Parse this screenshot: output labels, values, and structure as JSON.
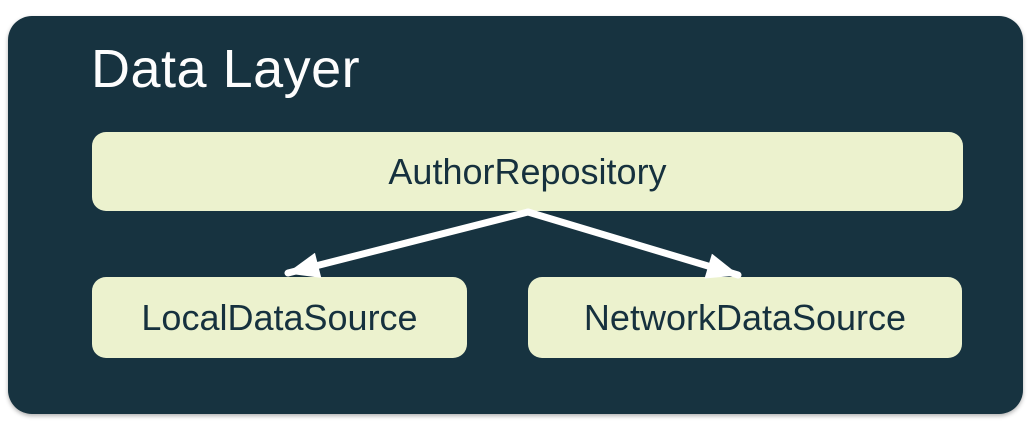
{
  "diagram": {
    "title": "Data Layer",
    "nodes": [
      {
        "id": "author-repository",
        "label": "AuthorRepository"
      },
      {
        "id": "local-data-source",
        "label": "LocalDataSource"
      },
      {
        "id": "network-data-source",
        "label": "NetworkDataSource"
      }
    ],
    "edges": [
      {
        "from": "AuthorRepository",
        "to": "LocalDataSource"
      },
      {
        "from": "AuthorRepository",
        "to": "NetworkDataSource"
      }
    ],
    "colors": {
      "page_bg": "#FFFFFF",
      "container_bg": "#173340",
      "node_bg": "#ECF2CE",
      "node_text": "#16313E",
      "title_text": "#FDFDFD",
      "arrow": "#FFFFFF"
    }
  }
}
